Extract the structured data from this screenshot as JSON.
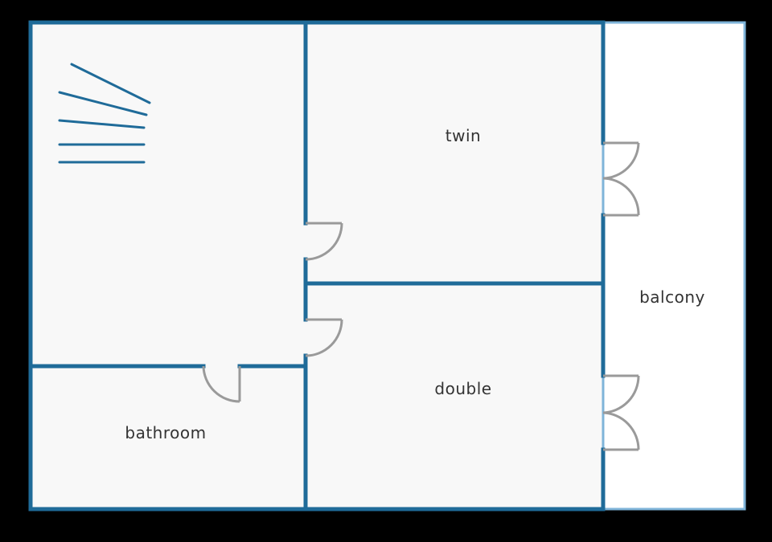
{
  "rooms": {
    "twin": "twin",
    "double": "double",
    "balcony": "balcony",
    "bathroom": "bathroom"
  },
  "colors": {
    "background": "#000000",
    "floor": "#f8f8f8",
    "balcony_floor": "#ffffff",
    "wall": "#1f6b99",
    "balcony_edge": "#7fb4d9",
    "door": "#9a9a9a",
    "stairs": "#1f6b99",
    "label": "#333333"
  },
  "icons": {
    "stairs": "staircase-icon",
    "door": "door-swing-icon"
  }
}
